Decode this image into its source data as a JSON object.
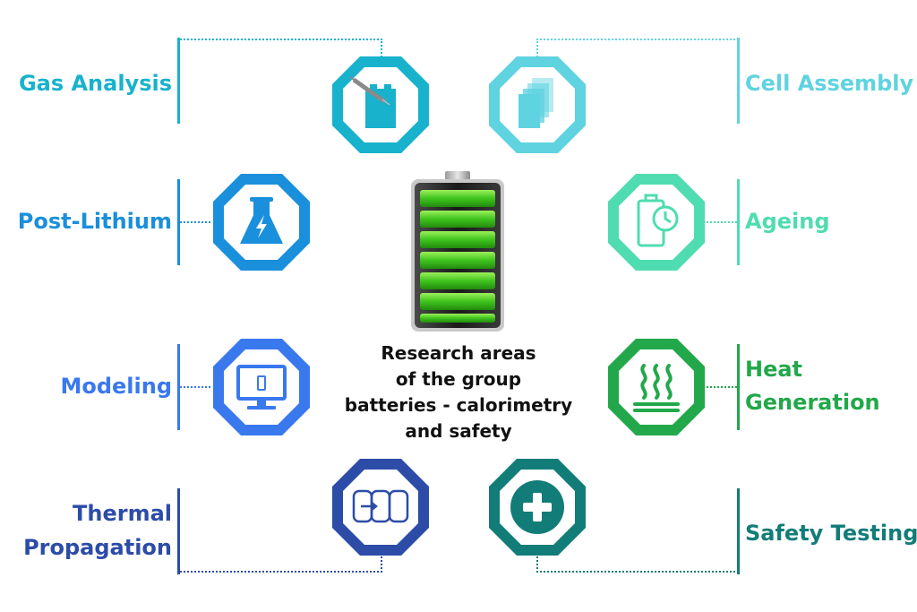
{
  "center": {
    "lines": [
      "Research areas",
      "of the group",
      "batteries - calorimetry",
      "and safety"
    ]
  },
  "areas": {
    "gas_analysis": {
      "label": "Gas Analysis",
      "color": "#18b2cc",
      "icon": "battery-syringe-icon"
    },
    "cell_assembly": {
      "label": "Cell Assembly",
      "color": "#5fd3e0",
      "icon": "stacked-sheets-icon"
    },
    "post_lithium": {
      "label": "Post-Lithium",
      "color": "#1a8fdb",
      "icon": "flask-lightning-icon"
    },
    "ageing": {
      "label": "Ageing",
      "color": "#4fdcb0",
      "icon": "battery-clock-icon"
    },
    "modeling": {
      "label": "Modeling",
      "color": "#3a78ee",
      "icon": "monitor-battery-icon"
    },
    "heat_generation": {
      "label_line1": "Heat",
      "label_line2": "Generation",
      "color": "#22a84a",
      "icon": "heat-waves-icon"
    },
    "thermal_propagation": {
      "label_line1": "Thermal",
      "label_line2": "Propagation",
      "color": "#2c4ca8",
      "icon": "cells-arrow-icon"
    },
    "safety_testing": {
      "label": "Safety Testing",
      "color": "#127d78",
      "icon": "plus-circle-icon"
    }
  }
}
